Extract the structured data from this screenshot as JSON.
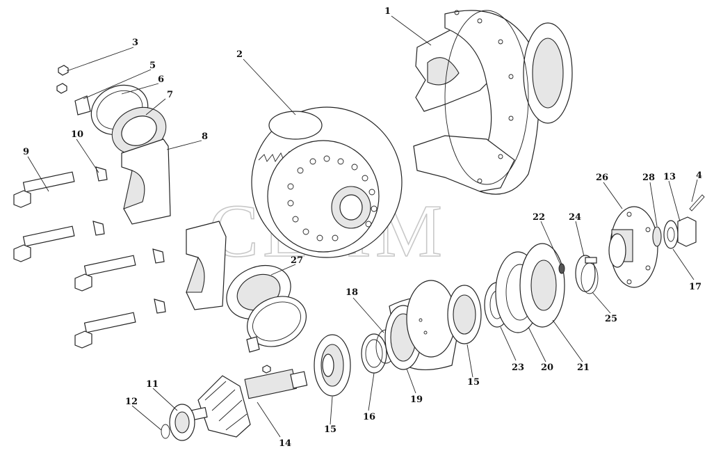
{
  "watermark": "CEJIM",
  "callouts": [
    "1",
    "2",
    "3",
    "4",
    "5",
    "6",
    "7",
    "8",
    "9",
    "10",
    "11",
    "12",
    "13",
    "14",
    "15",
    "15",
    "16",
    "17",
    "18",
    "19",
    "20",
    "21",
    "22",
    "23",
    "24",
    "25",
    "26",
    "27",
    "28"
  ]
}
